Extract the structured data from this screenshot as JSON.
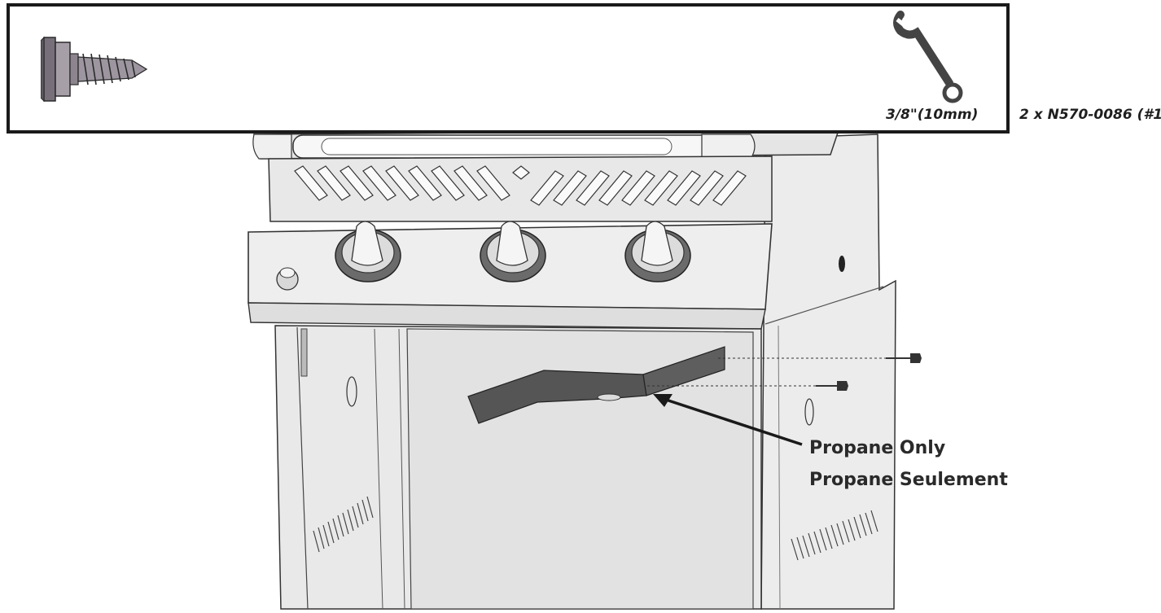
{
  "hardware": {
    "tool_size": "3/8\"(10mm)",
    "parts_qty": "2 x N570-0086 (#14 x"
  },
  "callout": {
    "line1": "Propane Only",
    "line2": "Propane Seulement"
  },
  "icons": {
    "screw": "hex-head-screw-icon",
    "tool": "wrench-icon"
  },
  "colors": {
    "outline": "#1a1a1a",
    "panel": "#e9e9e9",
    "bracket": "#555555"
  }
}
